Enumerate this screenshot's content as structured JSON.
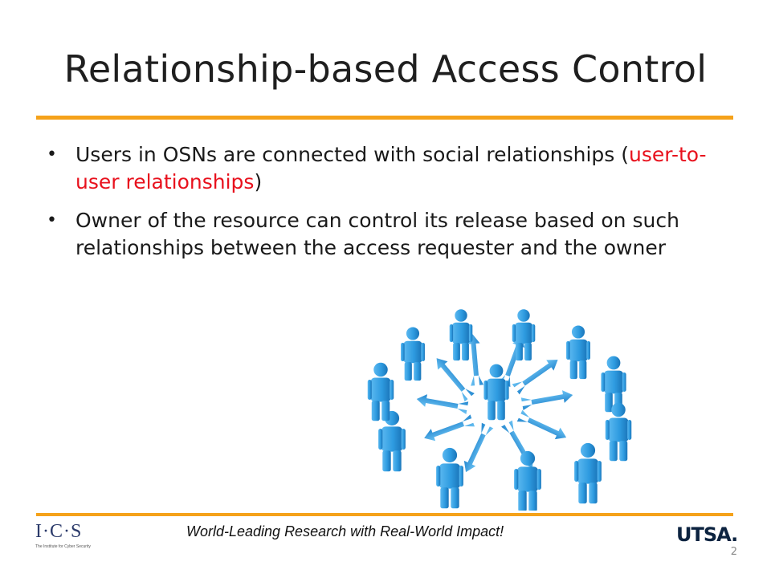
{
  "slide": {
    "title": "Relationship-based Access Control",
    "bullets": [
      {
        "lead": "Users in OSNs are connected with social relationships (",
        "highlight": "user-to-user relationships",
        "tail": ")"
      },
      {
        "text": "Owner of the resource can control its release based on such relationships between the access requester and the owner"
      }
    ],
    "bullet_glyph": "•"
  },
  "footer": {
    "tagline": "World-Leading Research with Real-World Impact!",
    "left_logo": {
      "text": "I·C·S",
      "subtext": "The Institute for Cyber Security"
    },
    "right_logo": {
      "text": "UTSA."
    },
    "page_number": "2"
  },
  "colors": {
    "accent_rule": "#f5a21a",
    "highlight_red": "#e8111d",
    "figure_blue": "#2e9be0",
    "figure_blue_dark": "#1a74b8"
  },
  "image": {
    "icon": "social-network-people-icon"
  }
}
